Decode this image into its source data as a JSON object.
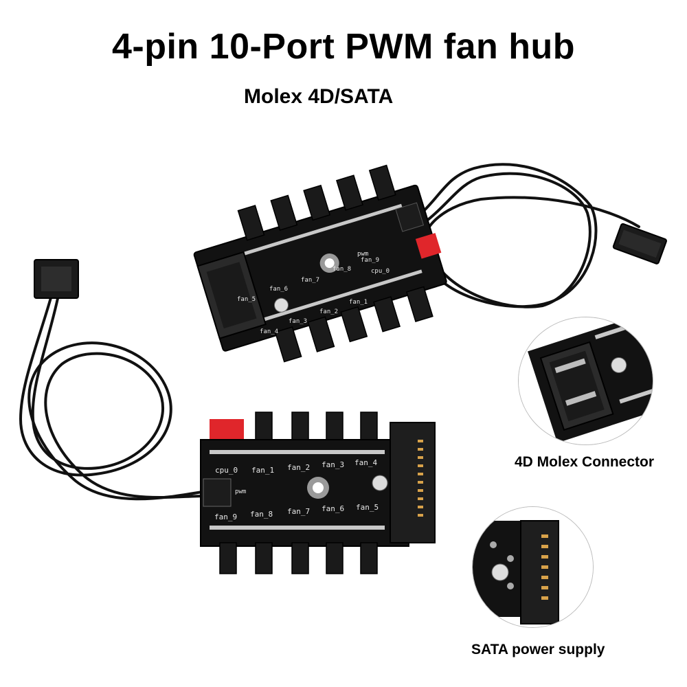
{
  "header": {
    "title": "4-pin 10-Port PWM fan hub",
    "subtitle": "Molex 4D/SATA"
  },
  "insets": {
    "molex_caption": "4D Molex Connector",
    "sata_caption": "SATA power supply"
  },
  "boards": {
    "top": {
      "labels": [
        "fan_5",
        "fan_6",
        "fan_7",
        "fan_8",
        "fan_9",
        "fan_4",
        "fan_3",
        "fan_2",
        "fan_1",
        "cpu_0",
        "pwm"
      ]
    },
    "bottom": {
      "top_labels": [
        "cpu_0",
        "fan_1",
        "fan_2",
        "fan_3",
        "fan_4"
      ],
      "bottom_labels": [
        "fan_9",
        "fan_8",
        "fan_7",
        "fan_6",
        "fan_5"
      ],
      "pwm_label": "pwm"
    }
  },
  "colors": {
    "board": "#111111",
    "header_red": "#e0262b",
    "pin_silver": "#c8c8c8",
    "silkscreen": "#e8e8e8"
  },
  "icons": [
    "fan-hub-board",
    "molex-connector",
    "sata-connector",
    "pwm-cable"
  ]
}
